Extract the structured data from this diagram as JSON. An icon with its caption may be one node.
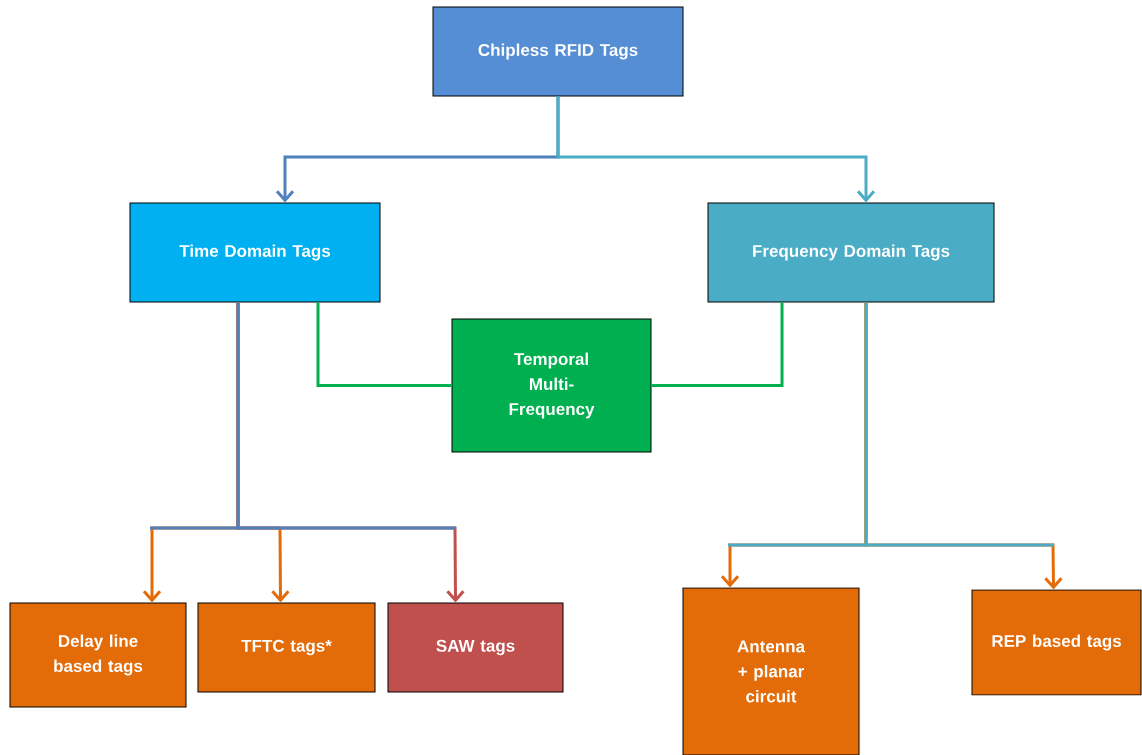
{
  "diagram": {
    "nodes": [
      {
        "text": [
          "Chipless RFID Tags"
        ]
      },
      {
        "text": [
          "Time Domain Tags"
        ]
      },
      {
        "text": [
          "Frequency Domain Tags"
        ]
      },
      {
        "text": [
          "Temporal Multi-Frequency"
        ]
      },
      {
        "text": [
          "Delay line based tags"
        ]
      },
      {
        "text": [
          "TFTC tags*"
        ]
      },
      {
        "text": [
          "SAW tags"
        ]
      },
      {
        "text": [
          "Antenna + planar circuit"
        ]
      },
      {
        "text": [
          "REP based tags"
        ]
      }
    ],
    "edges": [
      {
        "from": 0,
        "to": 1,
        "arrow": "to",
        "color": "#4f81bd"
      },
      {
        "from": 0,
        "to": 2,
        "arrow": "to",
        "color": "#4bacc6"
      },
      {
        "from": 1,
        "to": 3,
        "arrow": "none",
        "color": "#00b050"
      },
      {
        "from": 2,
        "to": 3,
        "arrow": "none",
        "color": "#00b050"
      },
      {
        "from": 1,
        "to": 4,
        "arrow": "to"
      },
      {
        "from": 1,
        "to": 5,
        "arrow": "to"
      },
      {
        "from": 1,
        "to": 6,
        "arrow": "to",
        "color": "#c0504d"
      },
      {
        "from": 2,
        "to": 7,
        "arrow": "to"
      },
      {
        "from": 2,
        "to": 8,
        "arrow": "to"
      }
    ]
  }
}
